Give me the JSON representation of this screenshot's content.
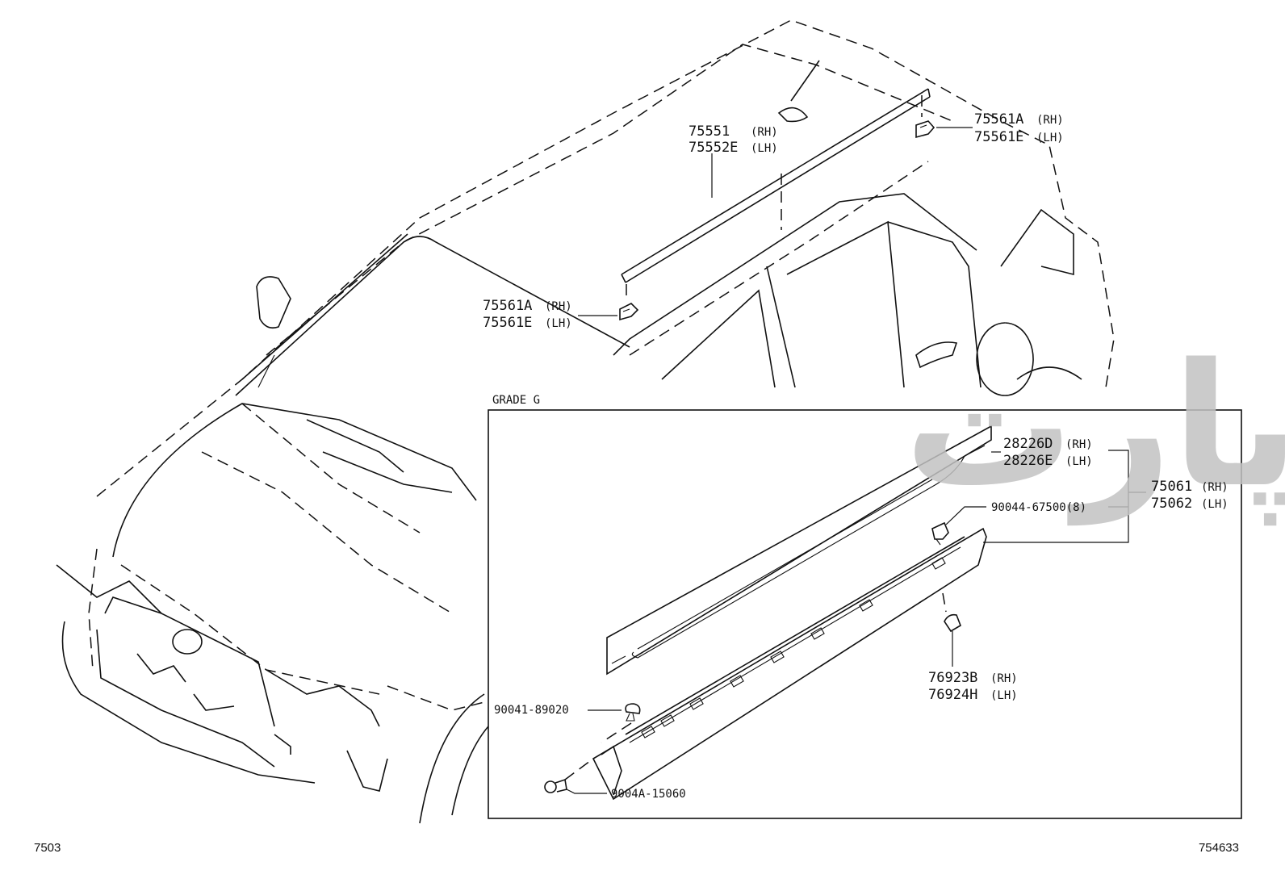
{
  "labels": {
    "roof_moulding_rh": "75551",
    "roof_moulding_rh_side": "(RH)",
    "roof_moulding_lh": "75552E",
    "roof_moulding_lh_side": "(LH)",
    "clip_rear_rh": "75561A",
    "clip_rear_rh_side": "(RH)",
    "clip_rear_lh": "75561E",
    "clip_rear_lh_side": "(LH)",
    "clip_front_rh": "75561A",
    "clip_front_rh_side": "(RH)",
    "clip_front_lh": "75561E",
    "clip_front_lh_side": "(LH)",
    "grade": "GRADE G",
    "stripe_rh": "28226D",
    "stripe_rh_side": "(RH)",
    "stripe_lh": "28226E",
    "stripe_lh_side": "(LH)",
    "clip_qty": "90044-67500(8)",
    "rocker_rh": "75061",
    "rocker_rh_side": "(RH)",
    "rocker_lh": "75062",
    "rocker_lh_side": "(LH)",
    "retainer_rh": "76923B",
    "retainer_rh_side": "(RH)",
    "retainer_lh": "76924H",
    "retainer_lh_side": "(LH)",
    "rivet": "90041-89020",
    "screw": "9004A-15060"
  },
  "footer": {
    "left_code": "7503",
    "right_code": "754633"
  },
  "watermark": "یوپارت",
  "colors": {
    "ink": "#111111",
    "watermark": "#c2c2c2",
    "background": "#ffffff"
  }
}
